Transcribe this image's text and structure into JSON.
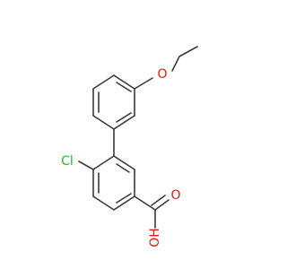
{
  "molecule": {
    "atoms": {
      "chlorine": {
        "label": "Cl",
        "color": "#22c022"
      },
      "ether_oxygen": {
        "label": "O",
        "color": "#e8170d"
      },
      "carbonyl_oxygen": {
        "label": "O",
        "color": "#e8170d"
      },
      "hydroxyl": {
        "label": "OH",
        "color": "#e8170d"
      }
    },
    "bond_color": "#3a3a3a",
    "background": "#ffffff"
  }
}
